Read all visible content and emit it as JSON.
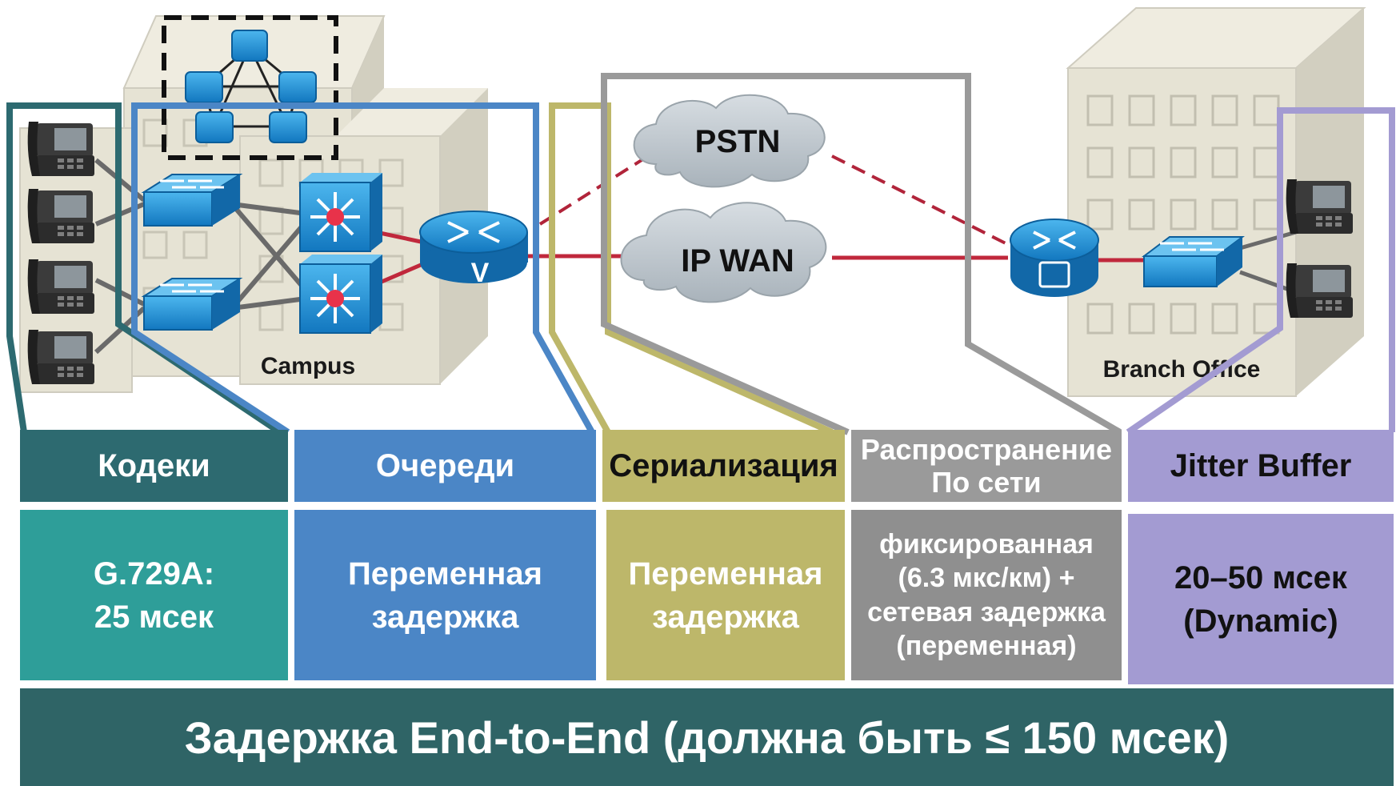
{
  "network": {
    "campus_label": "Campus",
    "branch_label": "Branch Office",
    "pstn_label": "PSTN",
    "ipwan_label": "IP WAN",
    "router_badge": "V"
  },
  "stages": [
    {
      "header": "Кодеки",
      "value": "G.729A:\n25 мсек",
      "color": "#2d6a70",
      "value_color": "#2e9e99"
    },
    {
      "header": "Очереди",
      "value": "Переменная\nзадержка",
      "color": "#4b86c6",
      "value_color": "#4b86c6"
    },
    {
      "header": "Сериализация",
      "value": "Переменная\nзадержка",
      "color": "#bdb76a",
      "value_color": "#bdb76a"
    },
    {
      "header": "Распространение\nПо сети",
      "value": "фиксированная\n(6.3 мкс/км) +\nсетевая задержка\n(переменная)",
      "color": "#9a9a9a",
      "value_color": "#8f8f8f"
    },
    {
      "header": "Jitter Buffer",
      "value": "20–50 мсек\n(Dynamic)",
      "color": "#a39bd2",
      "value_color": "#a39bd2"
    }
  ],
  "footer": {
    "text": "Задержка End-to-End (должна быть ≤ 150 мсек)",
    "color": "#2f6466"
  },
  "colors": {
    "cisco_blue": "#1f8ed4",
    "link_red": "#c0283c",
    "building": "#e6e3d4"
  }
}
